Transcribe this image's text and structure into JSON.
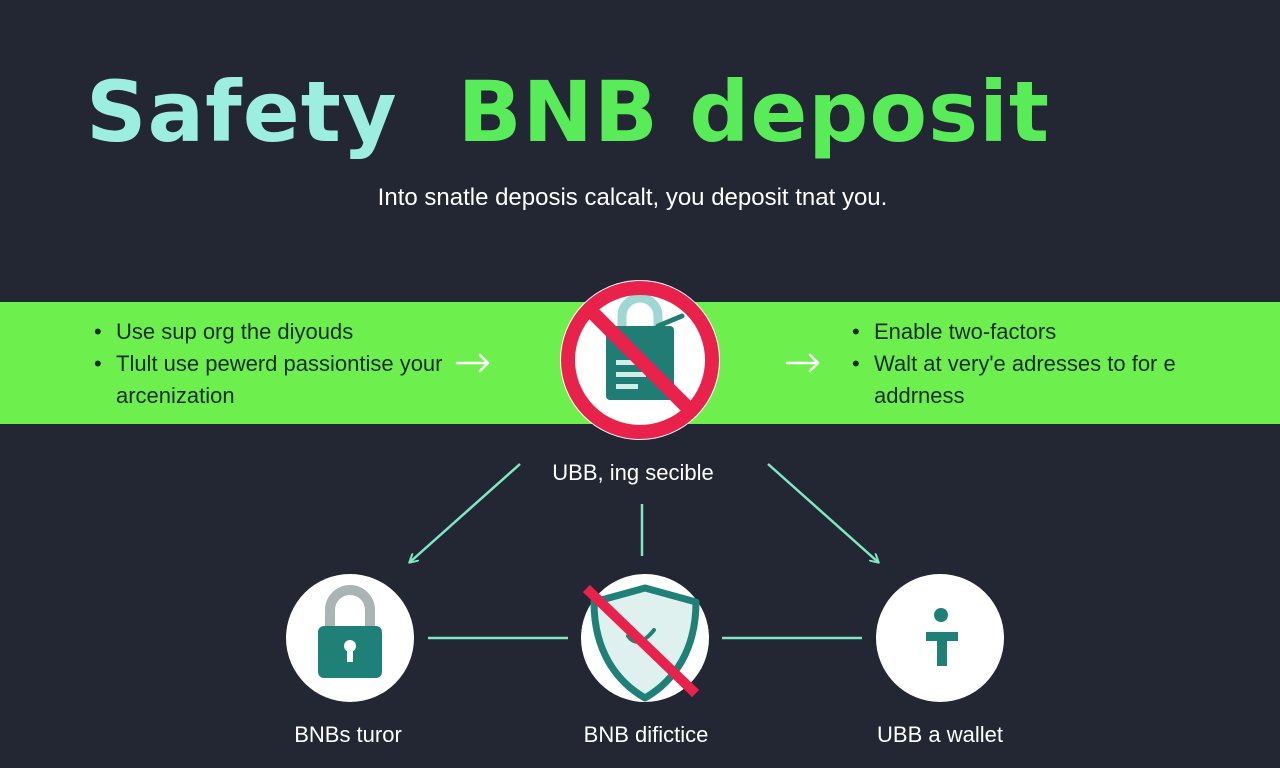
{
  "header": {
    "title_part1": "Safety",
    "title_part2": "BNB deposit",
    "subtitle": "Into snatle deposis calcalt, you deposit tnat you."
  },
  "left_tips": [
    "Use sup org the diyouds",
    "Tlult use pewerd passiontise your arcenization"
  ],
  "right_tips": [
    "Enable two-factors",
    "Walt at very'e adresses to for e addrness"
  ],
  "center": {
    "icon": "prohibited-lock-card-icon",
    "label": "UBB, ing secible"
  },
  "nodes": [
    {
      "icon": "padlock-icon",
      "label": "BNBs turor"
    },
    {
      "icon": "prohibited-shield-icon",
      "label": "BNB difictice"
    },
    {
      "icon": "person-icon",
      "label": "UBB a wallet"
    }
  ],
  "colors": {
    "background": "#232633",
    "accent_green": "#6df04d",
    "title_mint": "#9cefe0",
    "prohibit_red": "#e8224a",
    "icon_teal": "#1f7d75",
    "connector": "#7ee8c4"
  }
}
